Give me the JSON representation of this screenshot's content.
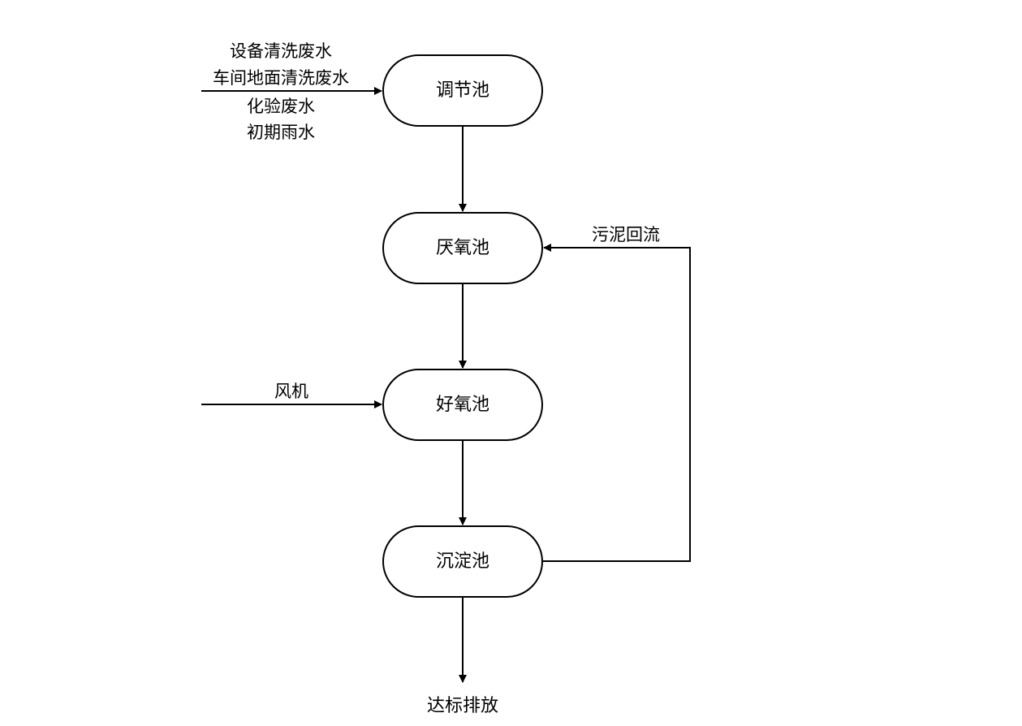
{
  "nodes": {
    "tiaojie": "调节池",
    "yanyang": "厌氧池",
    "haoyang": "好氧池",
    "chendian": "沉淀池"
  },
  "inputs": {
    "wastewater": [
      "设备清洗废水",
      "车间地面清洗废水",
      "化验废水",
      "初期雨水"
    ],
    "blower": "风机"
  },
  "return_flow": "污泥回流",
  "discharge": "达标排放"
}
